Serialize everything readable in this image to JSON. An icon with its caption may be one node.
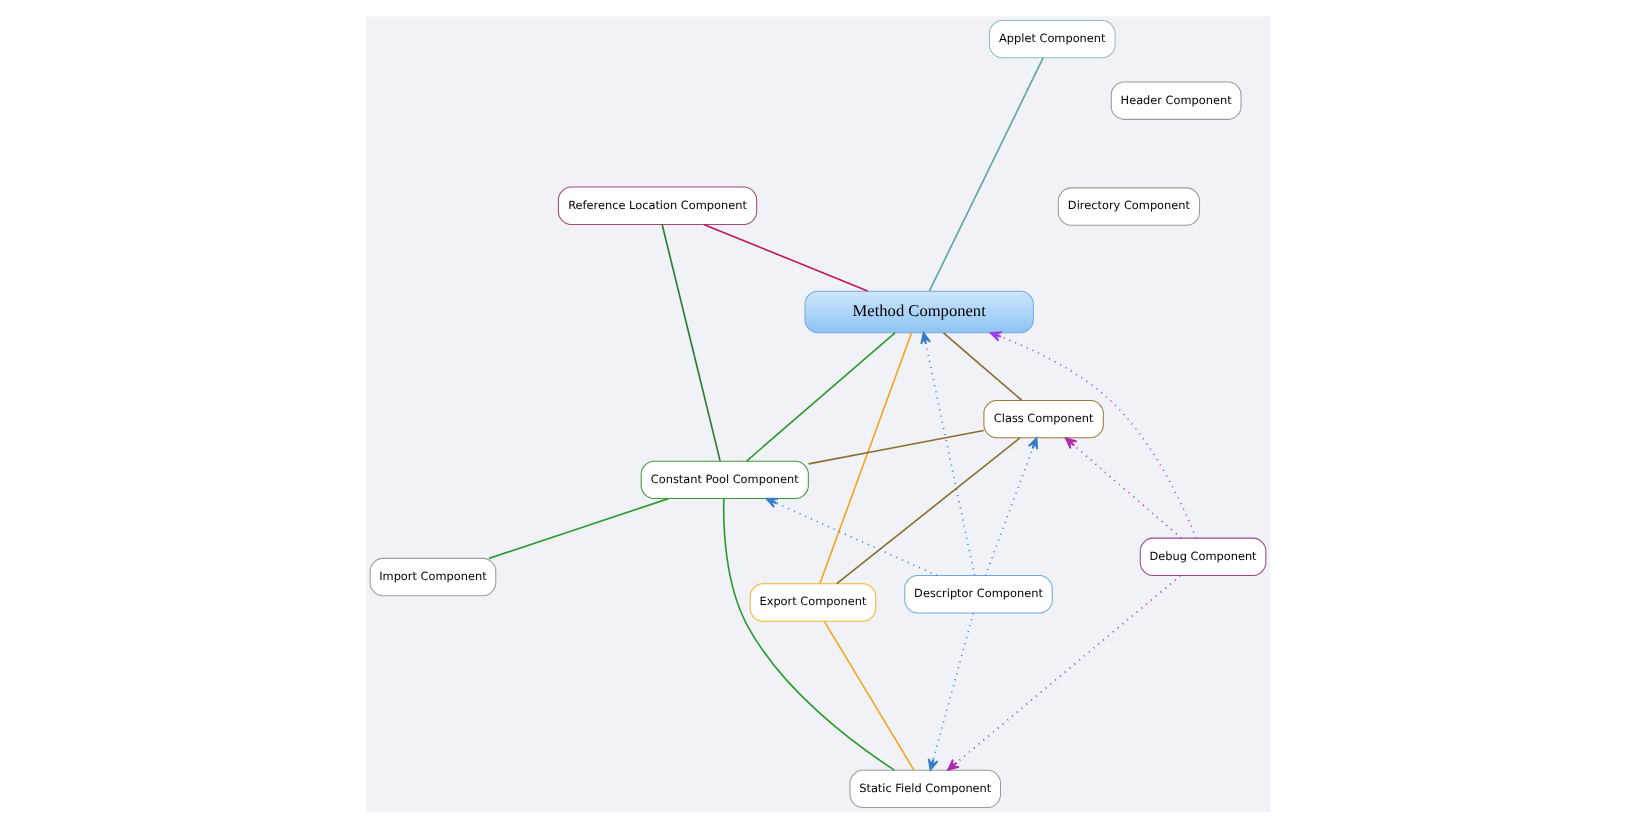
{
  "diagram": {
    "nodes": [
      {
        "text": [
          "Directory Component"
        ]
      },
      {
        "text": [
          "Header Component"
        ]
      },
      {
        "text": [
          "Export Component"
        ]
      },
      {
        "text": [
          "Class Component"
        ]
      },
      {
        "text": [
          "Method Component"
        ]
      },
      {
        "text": [
          "Applet Component"
        ]
      },
      {
        "text": [
          "Constant Pool Component"
        ]
      },
      {
        "text": [
          "Reference Location Component"
        ]
      },
      {
        "text": [
          "Import Component"
        ]
      },
      {
        "text": [
          "Debug Component"
        ]
      },
      {
        "text": [
          "Static Field Component"
        ]
      },
      {
        "text": [
          "Descriptor Component"
        ]
      }
    ],
    "edges": [
      {
        "from": 2,
        "to": 3,
        "arrow": "none",
        "color": "#8b6d2c"
      },
      {
        "from": 2,
        "to": 4,
        "arrow": "none",
        "color": "#f2a81d"
      },
      {
        "from": 2,
        "to": 10,
        "arrow": "none",
        "color": "#f2a81d"
      },
      {
        "from": 3,
        "to": 4,
        "arrow": "none",
        "color": "#8b6d2c"
      },
      {
        "from": 3,
        "to": 6,
        "arrow": "none",
        "color": "#8b6d2c"
      },
      {
        "from": 5,
        "to": 4,
        "arrow": "none",
        "color": "#5fa8a0"
      },
      {
        "from": 4,
        "to": 6,
        "arrow": "none",
        "color": "#2e9a2e"
      },
      {
        "from": 7,
        "to": 4,
        "arrow": "none",
        "color": "#c0185a"
      },
      {
        "from": 7,
        "to": 6,
        "arrow": "none",
        "color": "#2e7d32"
      },
      {
        "from": 6,
        "to": 8,
        "arrow": "none",
        "color": "#2e9a2e"
      },
      {
        "from": 6,
        "to": 10,
        "arrow": "none",
        "color": "#2e9a2e"
      },
      {
        "from": 9,
        "to": 3,
        "arrow": "to",
        "style": "dashed",
        "color": "#b02ab0"
      },
      {
        "from": 9,
        "to": 4,
        "arrow": "to",
        "style": "dashed",
        "color": "#a040e0"
      },
      {
        "from": 9,
        "to": 10,
        "arrow": "to",
        "style": "dashed",
        "color": "#b02ab0"
      },
      {
        "from": 11,
        "to": 4,
        "arrow": "to",
        "style": "dashed",
        "color": "#3a7cc8"
      },
      {
        "from": 11,
        "to": 10,
        "arrow": "to",
        "style": "dashed",
        "color": "#3a7cc8"
      },
      {
        "from": 11,
        "to": 3,
        "arrow": "to",
        "style": "dashed",
        "color": "#3a7cc8"
      },
      {
        "from": 11,
        "to": 6,
        "arrow": "to",
        "style": "dashed",
        "color": "#3a7cc8"
      }
    ]
  }
}
